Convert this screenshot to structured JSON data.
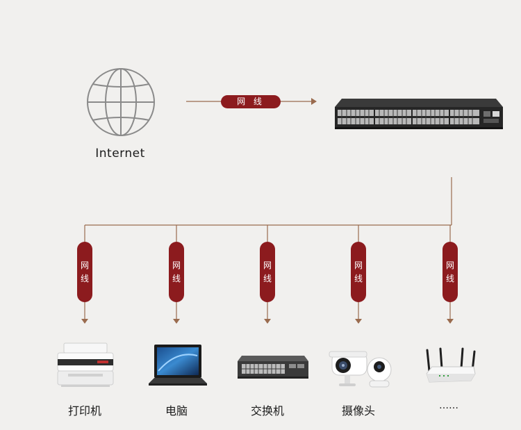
{
  "internet": {
    "label": "Internet",
    "icon": "globe-icon"
  },
  "top_link": {
    "label": "网 线"
  },
  "switch_main": {
    "icon": "network-switch-48-port-icon"
  },
  "colors": {
    "line": "#9a6b4e",
    "pill": "#8c1b1e",
    "background": "#f1f0ee"
  },
  "branches": [
    {
      "cable": [
        "网",
        "线"
      ],
      "device": "打印机",
      "icon": "printer-icon"
    },
    {
      "cable": [
        "网",
        "线"
      ],
      "device": "电脑",
      "icon": "laptop-icon"
    },
    {
      "cable": [
        "网",
        "线"
      ],
      "device": "交换机",
      "icon": "switch-icon"
    },
    {
      "cable": [
        "网",
        "线"
      ],
      "device": "摄像头",
      "icon": "camera-icon"
    },
    {
      "cable": [
        "网",
        "线"
      ],
      "device": "……",
      "icon": "router-icon"
    }
  ]
}
